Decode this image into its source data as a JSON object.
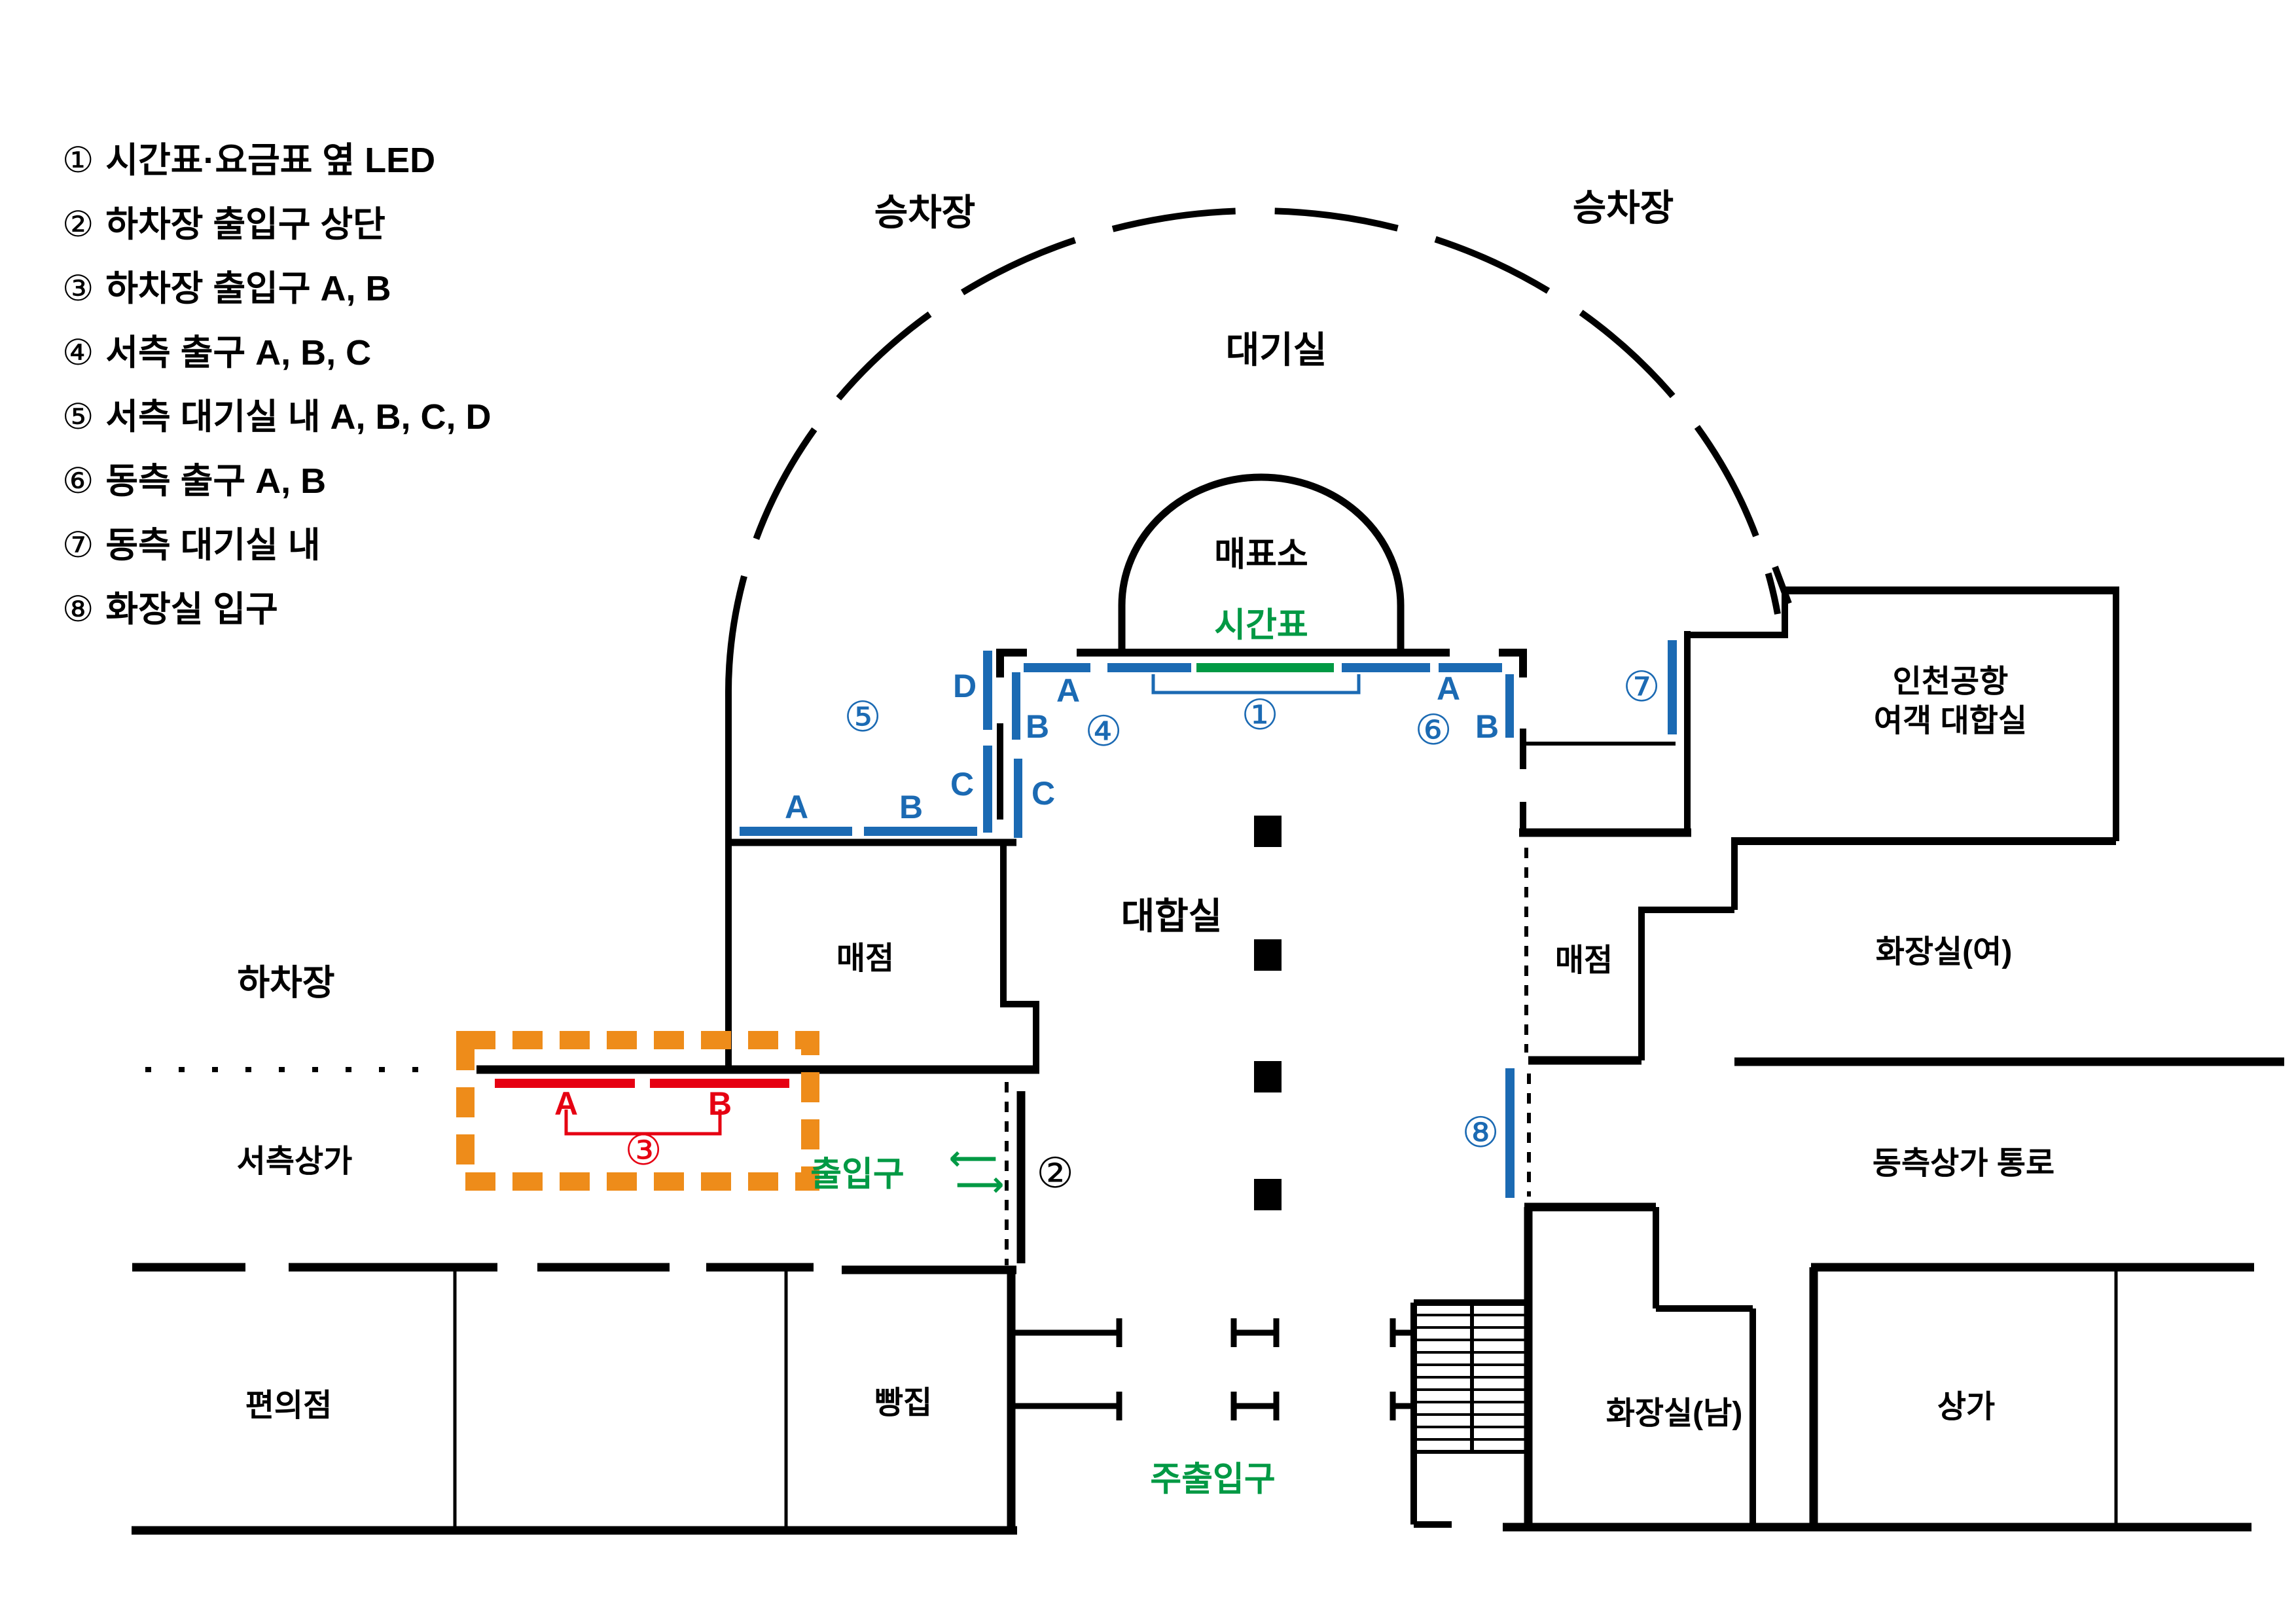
{
  "colors": {
    "blue": "#1B6AB3",
    "green": "#009944",
    "red": "#E60012",
    "orange": "#EE8C1A",
    "wall": "#000000"
  },
  "legend": {
    "items": [
      {
        "num": "①",
        "text": "시간표·요금표 옆 LED",
        "color": "black"
      },
      {
        "num": "②",
        "text": "하차장 출입구 상단",
        "color": "black"
      },
      {
        "num": "③",
        "text": "하차장 출입구 A, B",
        "color": "red"
      },
      {
        "num": "④",
        "text": "서측 출구 A, B, C",
        "color": "black"
      },
      {
        "num": "⑤",
        "text": "서측 대기실 내 A, B, C, D",
        "color": "black"
      },
      {
        "num": "⑥",
        "text": "동측 출구 A, B",
        "color": "black"
      },
      {
        "num": "⑦",
        "text": "동측 대기실 내",
        "color": "black"
      },
      {
        "num": "⑧",
        "text": "화장실 입구",
        "color": "black"
      }
    ]
  },
  "areas": {
    "boarding_left": "승차장",
    "boarding_right": "승차장",
    "outer_waiting": "대기실",
    "ticket_office": "매표소",
    "main_hall": "대합실",
    "kiosk_west": "매점",
    "kiosk_east": "매점",
    "dropoff": "하차장",
    "west_shops": "서측상가",
    "incheon_line1": "인천공항",
    "incheon_line2": "여객 대합실",
    "toilet_women": "화장실(여)",
    "east_shop_corridor": "동측상가 통로",
    "toilet_men": "화장실(남)",
    "shops": "상가",
    "convenience_store": "편의점",
    "bakery": "빵집"
  },
  "green_labels": {
    "timetable": "시간표",
    "side_entrance": "출입구",
    "main_entrance": "주출입구",
    "arrow_left": "⟵",
    "arrow_right": "⟶"
  },
  "plan_markers": [
    {
      "num": "①",
      "color": "blue"
    },
    {
      "num": "②",
      "color": "black"
    },
    {
      "num": "③",
      "color": "red"
    },
    {
      "num": "④",
      "color": "blue"
    },
    {
      "num": "⑤",
      "color": "blue"
    },
    {
      "num": "⑥",
      "color": "blue"
    },
    {
      "num": "⑦",
      "color": "blue"
    },
    {
      "num": "⑧",
      "color": "blue"
    }
  ],
  "exit_letters": {
    "west_in_d": "D",
    "west_in_c": "C",
    "west_in_a": "A",
    "west_in_b": "B",
    "west_exit_a": "A",
    "west_exit_b": "B",
    "west_exit_c": "C",
    "east_exit_a": "A",
    "east_exit_b": "B",
    "dropoff_a": "A",
    "dropoff_b": "B"
  }
}
